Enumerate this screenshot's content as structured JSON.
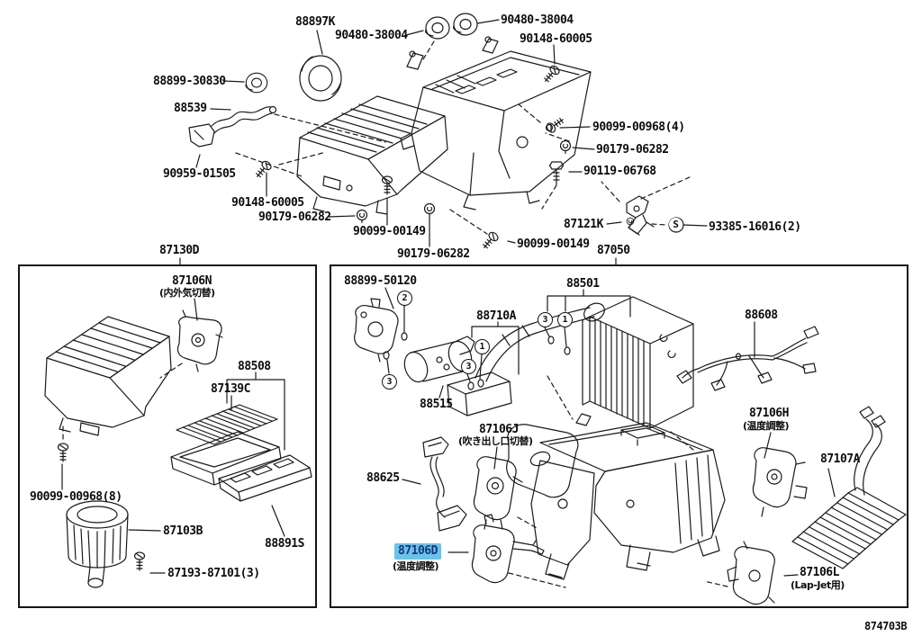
{
  "diagram": {
    "type": "exploded-parts-diagram",
    "subject": "Toyota heater / air conditioner unit",
    "footer_code": "874703B",
    "highlight_bg": "#69C3EA",
    "highlight_text": "#17357E"
  },
  "labels": {
    "ring_88897k": "88897K",
    "grommet_90480_left": "90480-38004",
    "grommet_90480_right": "90480-38004",
    "bolt_90148_top": "90148-60005",
    "grommet_88899_30830": "88899-30830",
    "hose_88539": "88539",
    "bracket_90959": "90959-01505",
    "screw_90099_00968_4": "90099-00968(4)",
    "clip_90179_top": "90179-06282",
    "bolt_90119": "90119-06768",
    "bolt_90148_mid": "90148-60005",
    "clip_90179_mid": "90179-06282",
    "screw_90099_00149_c": "90099-00149",
    "clip_90179_bottom": "90179-06282",
    "screw_90099_00149_r": "90099-00149",
    "clamp_87121k": "87121K",
    "screw_93385": "93385-16016(2)",
    "box_87130d": "87130D",
    "box_87050": "87050",
    "servo_87106n": "87106N",
    "servo_87106n_sub": "(内外気切替)",
    "filter_88508": "88508",
    "filter_87139c": "87139C",
    "screw_90099_00968_8": "90099-00968(8)",
    "motor_87103b": "87103B",
    "plate_88891s": "88891S",
    "screw_87193": "87193-87101(3)",
    "solenoid_88899_50120": "88899-50120",
    "evap_88501": "88501",
    "duct_88710a": "88710A",
    "harness_88608": "88608",
    "valve_88515": "88515",
    "servo_87106j": "87106J",
    "servo_87106j_sub": "(吹き出し口切替)",
    "cable_88625": "88625",
    "servo_87106h": "87106H",
    "servo_87106h_sub": "(温度調整)",
    "core_87107a": "87107A",
    "servo_87106d": "87106D",
    "servo_87106d_sub": "(温度調整)",
    "bracket_87106l": "87106L",
    "bracket_87106l_sub": "(Lap-Jet用)"
  },
  "markers": {
    "m2": "2",
    "m3a": "3",
    "m1a": "1",
    "m3b": "3",
    "m3c": "3",
    "m1b": "1",
    "s": "S"
  }
}
